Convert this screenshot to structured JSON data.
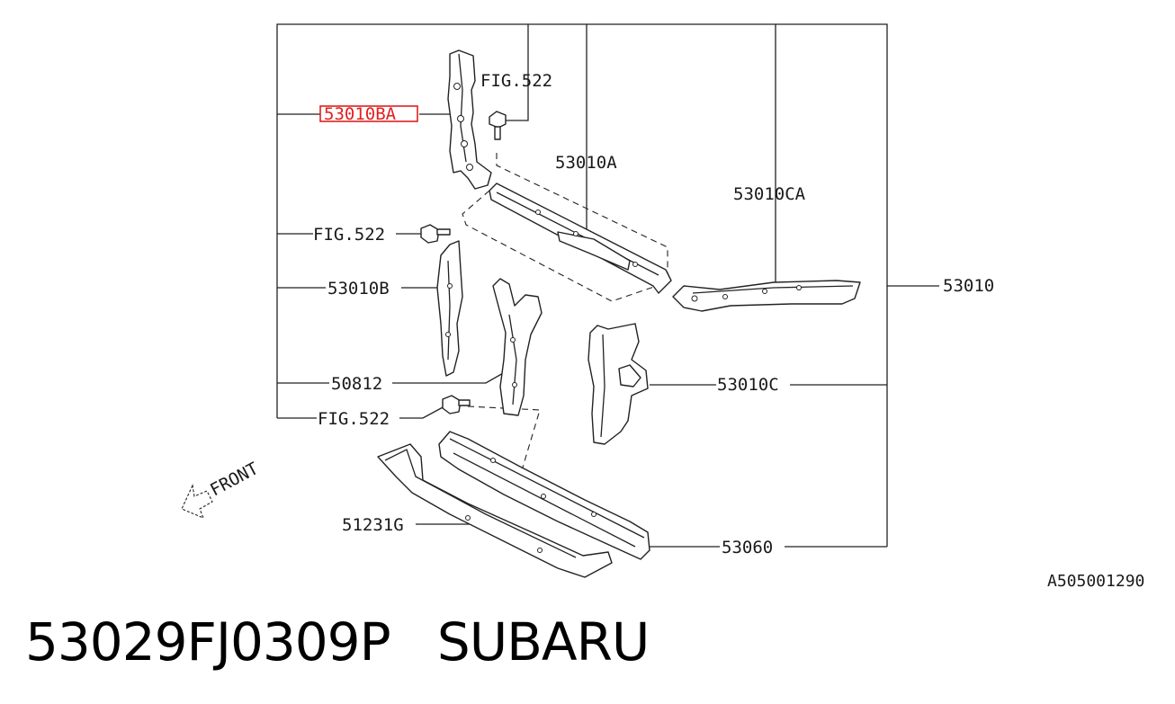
{
  "labels": {
    "highlighted_part": "53010BA",
    "fig_top": "FIG.522",
    "part_53010a": "53010A",
    "part_53010ca": "53010CA",
    "fig_mid": "FIG.522",
    "part_53010": "53010",
    "part_53010b": "53010B",
    "part_50812": "50812",
    "part_53010c": "53010C",
    "fig_low": "FIG.522",
    "part_51231g": "51231G",
    "part_53060": "53060",
    "front": "FRONT",
    "diagram_id": "A505001290"
  },
  "caption": {
    "part_number": "53029FJ0309P",
    "brand": "SUBARU"
  },
  "colors": {
    "highlight": "#e02020",
    "line": "#222222"
  }
}
